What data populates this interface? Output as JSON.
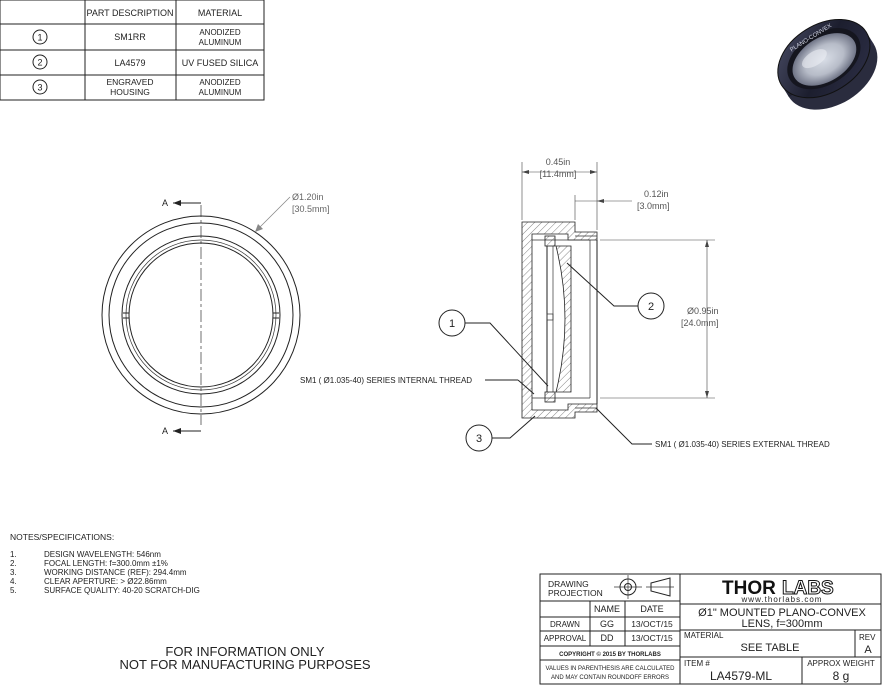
{
  "bom": {
    "headers": [
      "PART DESCRIPTION",
      "MATERIAL"
    ],
    "rows": [
      {
        "num": "1",
        "part": "SM1RR",
        "material": [
          "ANODIZED",
          "ALUMINUM"
        ]
      },
      {
        "num": "2",
        "part": "LA4579",
        "material": [
          "UV FUSED SILICA"
        ]
      },
      {
        "num": "3",
        "part": [
          "ENGRAVED",
          "HOUSING"
        ],
        "material": [
          "ANODIZED",
          "ALUMINUM"
        ]
      }
    ]
  },
  "photo": {
    "engraving": "PLANO-CONVEX"
  },
  "front_view": {
    "section_label": "A",
    "diameter": "Ø1.20in",
    "diameter_mm": "[30.5mm]"
  },
  "side_view": {
    "width_in": "0.45in",
    "width_mm": "[11.4mm]",
    "step_in": "0.12in",
    "step_mm": "[3.0mm]",
    "aperture_in": "Ø0.95in",
    "aperture_mm": "[24.0mm]",
    "callouts": [
      "1",
      "2",
      "3"
    ],
    "internal_thread": "SM1 ( Ø1.035-40) SERIES INTERNAL THREAD",
    "external_thread": "SM1 ( Ø1.035-40) SERIES EXTERNAL THREAD"
  },
  "notes": {
    "title": "NOTES/SPECIFICATIONS:",
    "items": [
      {
        "n": "1.",
        "text": "DESIGN WAVELENGTH: 546nm"
      },
      {
        "n": "2.",
        "text": "FOCAL LENGTH: f=300.0mm ±1%"
      },
      {
        "n": "3.",
        "text": "WORKING DISTANCE (REF): 294.4mm"
      },
      {
        "n": "4.",
        "text": "CLEAR APERTURE: > Ø22.86mm"
      },
      {
        "n": "5.",
        "text": "SURFACE QUALITY: 40-20 SCRATCH-DIG"
      }
    ]
  },
  "disclaimer": [
    "FOR INFORMATION ONLY",
    "NOT FOR MANUFACTURING PURPOSES"
  ],
  "title_block": {
    "projection_label": [
      "DRAWING",
      "PROJECTION"
    ],
    "name_header": "NAME",
    "date_header": "DATE",
    "drawn_label": "DRAWN",
    "drawn_name": "GG",
    "drawn_date": "13/OCT/15",
    "approval_label": "APPROVAL",
    "approval_name": "DD",
    "approval_date": "13/OCT/15",
    "copyright": "COPYRIGHT © 2015 BY THORLABS",
    "roundoff_note": [
      "VALUES IN PARENTHESIS ARE CALCULATED",
      "AND MAY CONTAIN ROUNDOFF ERRORS"
    ],
    "logo_dark": "THOR",
    "logo_light": "LABS",
    "website": "www.thorlabs.com",
    "title": [
      "Ø1\" MOUNTED PLANO-CONVEX",
      "LENS, f=300mm"
    ],
    "material_label": "MATERIAL",
    "material_value": "SEE TABLE",
    "rev_label": "REV",
    "rev_value": "A",
    "item_label": "ITEM #",
    "item_value": "LA4579-ML",
    "weight_label": "APPROX WEIGHT",
    "weight_value": "8 g"
  }
}
